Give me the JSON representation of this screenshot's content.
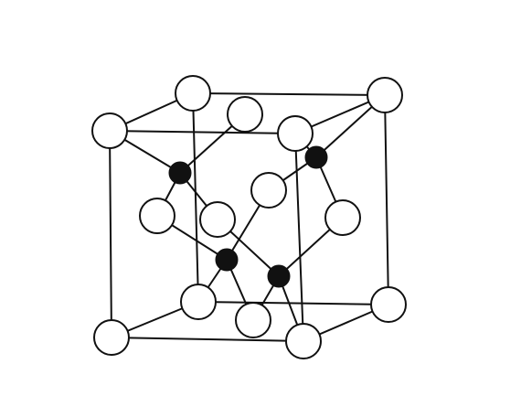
{
  "diagram": {
    "kind": "crystal-lattice-unit-cell",
    "colors": {
      "background": "#ffffff",
      "line": "#111111",
      "open_atom_fill": "#ffffff",
      "open_atom_stroke": "#111111",
      "filled_atom_fill": "#111111"
    },
    "cube_edges": [
      [
        "back-top-left",
        "back-top-right"
      ],
      [
        "back-top-right",
        "back-bottom-right"
      ],
      [
        "back-bottom-right",
        "back-bottom-left"
      ],
      [
        "back-bottom-left",
        "back-top-left"
      ],
      [
        "front-top-left",
        "front-top-right"
      ],
      [
        "front-top-right",
        "front-bottom-right"
      ],
      [
        "front-bottom-right",
        "front-bottom-left"
      ],
      [
        "front-bottom-left",
        "front-top-left"
      ],
      [
        "front-top-left",
        "back-top-left"
      ],
      [
        "front-top-right",
        "back-top-right"
      ],
      [
        "front-bottom-left",
        "back-bottom-left"
      ],
      [
        "front-bottom-right",
        "back-bottom-right"
      ]
    ],
    "bonds": [
      [
        "tetra-1",
        "front-top-left"
      ],
      [
        "tetra-1",
        "face-top"
      ],
      [
        "tetra-1",
        "face-left"
      ],
      [
        "tetra-1",
        "face-front"
      ],
      [
        "tetra-2",
        "front-top-right"
      ],
      [
        "tetra-2",
        "face-back"
      ],
      [
        "tetra-2",
        "face-right"
      ],
      [
        "tetra-2",
        "back-top-right"
      ],
      [
        "tetra-3",
        "face-left"
      ],
      [
        "tetra-3",
        "face-back"
      ],
      [
        "tetra-3",
        "back-bottom-left"
      ],
      [
        "tetra-3",
        "face-bottom"
      ],
      [
        "tetra-4",
        "face-right"
      ],
      [
        "tetra-4",
        "face-front"
      ],
      [
        "tetra-4",
        "face-bottom"
      ],
      [
        "tetra-4",
        "front-bottom-right"
      ]
    ],
    "atoms": [
      {
        "id": "back-top-left",
        "kind": "open"
      },
      {
        "id": "back-top-right",
        "kind": "open"
      },
      {
        "id": "back-bottom-left",
        "kind": "open"
      },
      {
        "id": "back-bottom-right",
        "kind": "open"
      },
      {
        "id": "face-top",
        "kind": "open"
      },
      {
        "id": "front-top-left",
        "kind": "open"
      },
      {
        "id": "face-back",
        "kind": "open"
      },
      {
        "id": "face-left",
        "kind": "open"
      },
      {
        "id": "face-front",
        "kind": "open"
      },
      {
        "id": "face-right",
        "kind": "open"
      },
      {
        "id": "front-top-right",
        "kind": "open"
      },
      {
        "id": "face-bottom",
        "kind": "open"
      },
      {
        "id": "front-bottom-left",
        "kind": "open"
      },
      {
        "id": "front-bottom-right",
        "kind": "open"
      },
      {
        "id": "tetra-1",
        "kind": "filled"
      },
      {
        "id": "tetra-2",
        "kind": "filled"
      },
      {
        "id": "tetra-3",
        "kind": "filled"
      },
      {
        "id": "tetra-4",
        "kind": "filled"
      }
    ]
  }
}
